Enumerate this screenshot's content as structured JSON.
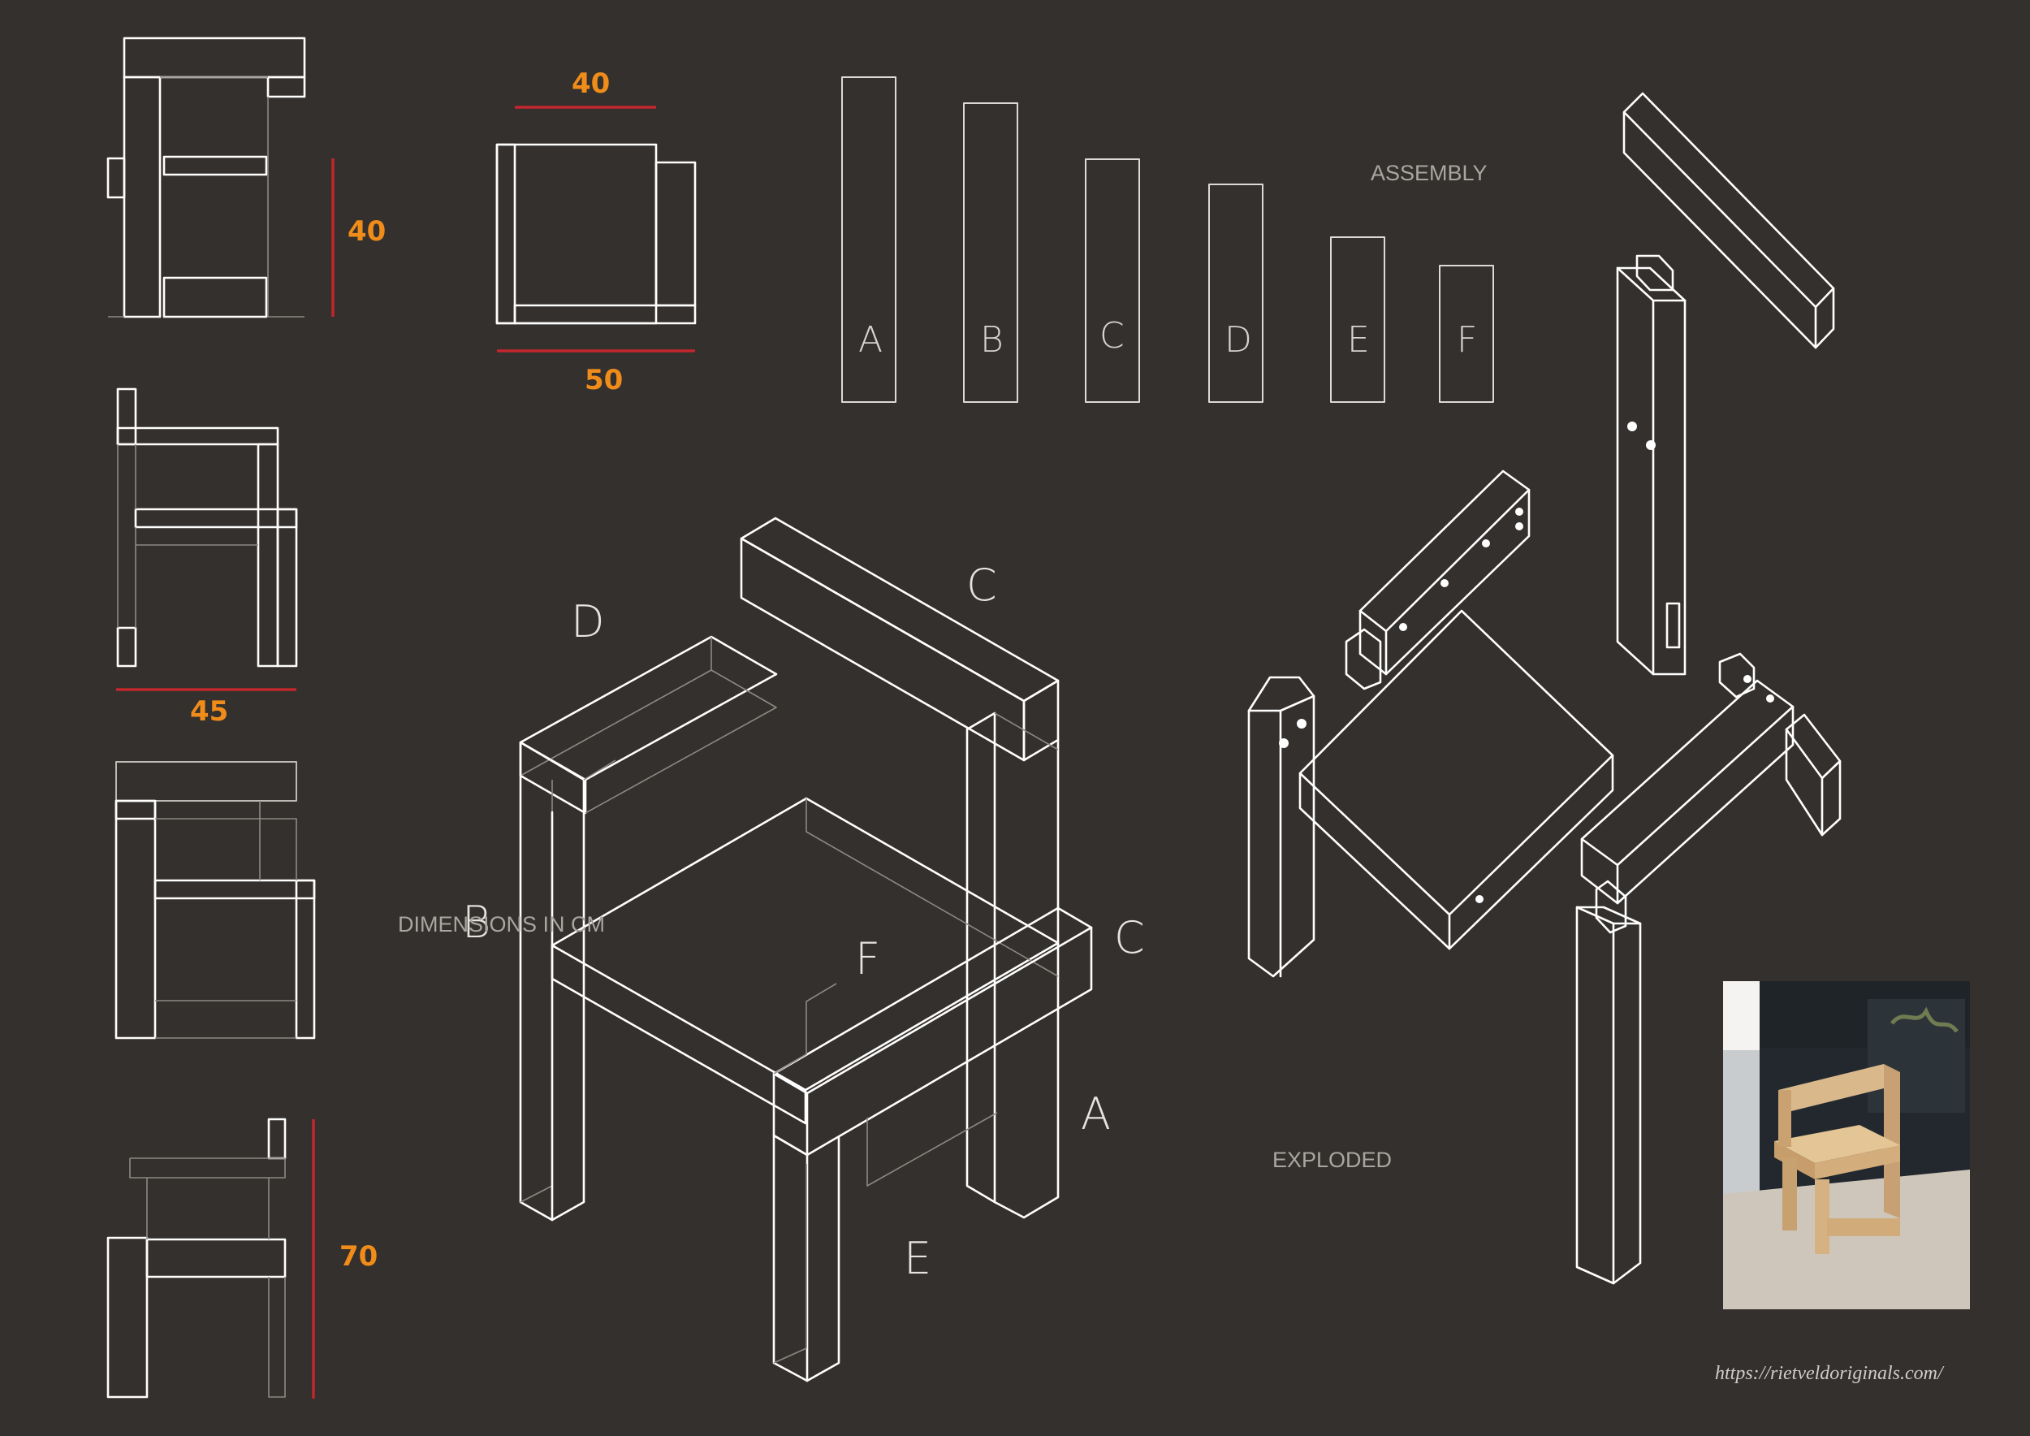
{
  "dimensions": {
    "front_height": "40",
    "top_width": "40",
    "top_depth": "50",
    "side_width": "45",
    "total_height": "70"
  },
  "parts": [
    "A",
    "B",
    "C",
    "D",
    "E",
    "F"
  ],
  "iso_labels": {
    "d": "D",
    "c_top": "C",
    "b": "B",
    "f": "F",
    "c_right": "C",
    "a": "A",
    "e": "E"
  },
  "captions": {
    "assembly": "ASSEMBLY",
    "dimensions": "DIMENSIONS IN CM",
    "exploded": "EXPLODED"
  },
  "photo": {
    "subject": "wooden-chair-photo"
  },
  "source_url": "https://rietveldoriginals.com/",
  "colors": {
    "background": "#34302d",
    "line": "#ffffff",
    "dimension_line": "#c1272d",
    "dimension_text": "#f08c1a"
  }
}
